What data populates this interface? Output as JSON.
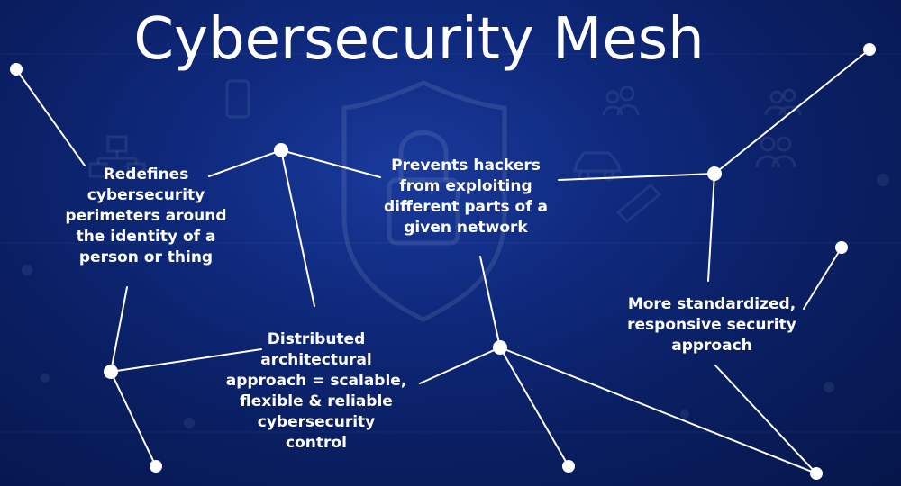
{
  "title": "Cybersecurity Mesh",
  "labels": [
    {
      "id": "identity-perimeters",
      "text": "Redefines\ncybersecurity\nperimeters around\nthe identity of a\nperson or thing"
    },
    {
      "id": "prevents-hackers",
      "text": "Prevents hackers\nfrom exploiting\ndifferent parts of a\ngiven network"
    },
    {
      "id": "distributed-architecture",
      "text": "Distributed\narchitectural\napproach = scalable,\nflexible & reliable\ncybersecurity\ncontrol"
    },
    {
      "id": "standardized-approach",
      "text": "More standardized,\nresponsive security\napproach"
    }
  ],
  "background_icons": [
    "shield-lock-icon",
    "org-chart-icon",
    "phone-icon",
    "people-icon",
    "car-icon",
    "pen-icon",
    "person-group-icon"
  ],
  "colors": {
    "background_center": "#1a3a9c",
    "background_edge": "#06164a",
    "line": "#ffffff",
    "node": "#ffffff",
    "text": "#ffffff"
  }
}
